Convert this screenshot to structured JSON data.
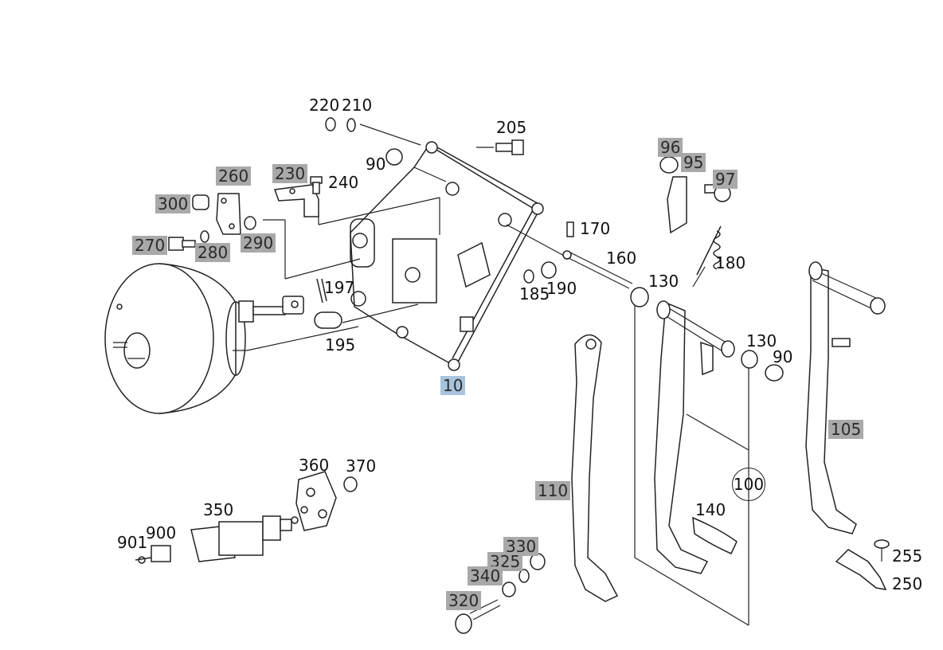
{
  "labels": {
    "l220": "220",
    "l210": "210",
    "l205": "205",
    "l90a": "90",
    "l260": "260",
    "l230": "230",
    "l240": "240",
    "l300": "300",
    "l290": "290",
    "l270": "270",
    "l280": "280",
    "l197": "197",
    "l195": "195",
    "l10": "10",
    "l170": "170",
    "l160": "160",
    "l185": "185",
    "l190": "190",
    "l130a": "130",
    "l180": "180",
    "l96": "96",
    "l95": "95",
    "l97": "97",
    "l130b": "130",
    "l90b": "90",
    "l105": "105",
    "l100": "100",
    "l110": "110",
    "l140": "140",
    "l360": "360",
    "l370": "370",
    "l350": "350",
    "l900": "900",
    "l901": "901",
    "l330": "330",
    "l325": "325",
    "l340": "340",
    "l320": "320",
    "l255": "255",
    "l250": "250"
  },
  "colors": {
    "highlight_grey": "#a9a9a9",
    "highlight_blue": "#a8c4dc",
    "line": "#222222"
  }
}
